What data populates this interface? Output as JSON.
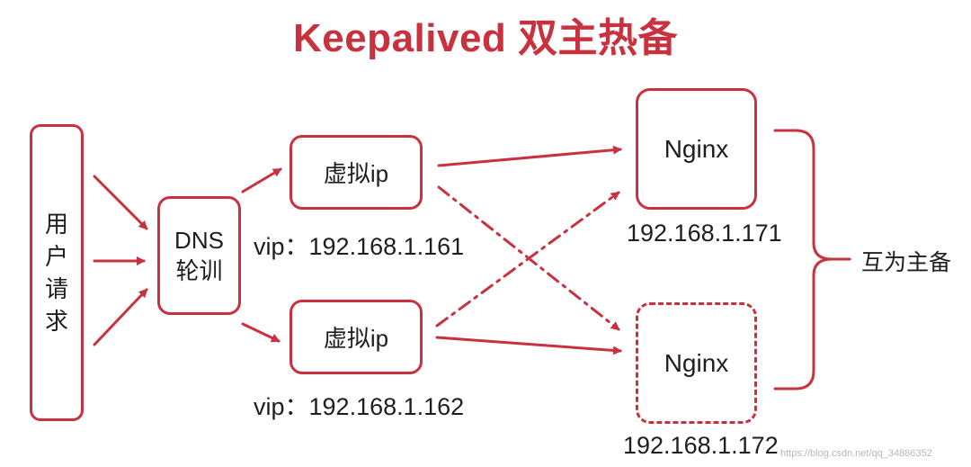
{
  "title": "Keepalived 双主热备",
  "user_request": "用户请求",
  "dns": {
    "line1": "DNS",
    "line2": "轮训"
  },
  "vips": [
    {
      "box_label": "虚拟ip",
      "address": "vip：192.168.1.161"
    },
    {
      "box_label": "虚拟ip",
      "address": "vip：192.168.1.162"
    }
  ],
  "nginx": [
    {
      "label": "Nginx",
      "ip": "192.168.1.171",
      "border": "solid"
    },
    {
      "label": "Nginx",
      "ip": "192.168.1.172",
      "border": "dashed"
    }
  ],
  "mutual_label": "互为主备",
  "watermark": "https://blog.csdn.net/qq_34886352",
  "colors": {
    "accent": "#c8323f",
    "text": "#1e1e1e"
  }
}
